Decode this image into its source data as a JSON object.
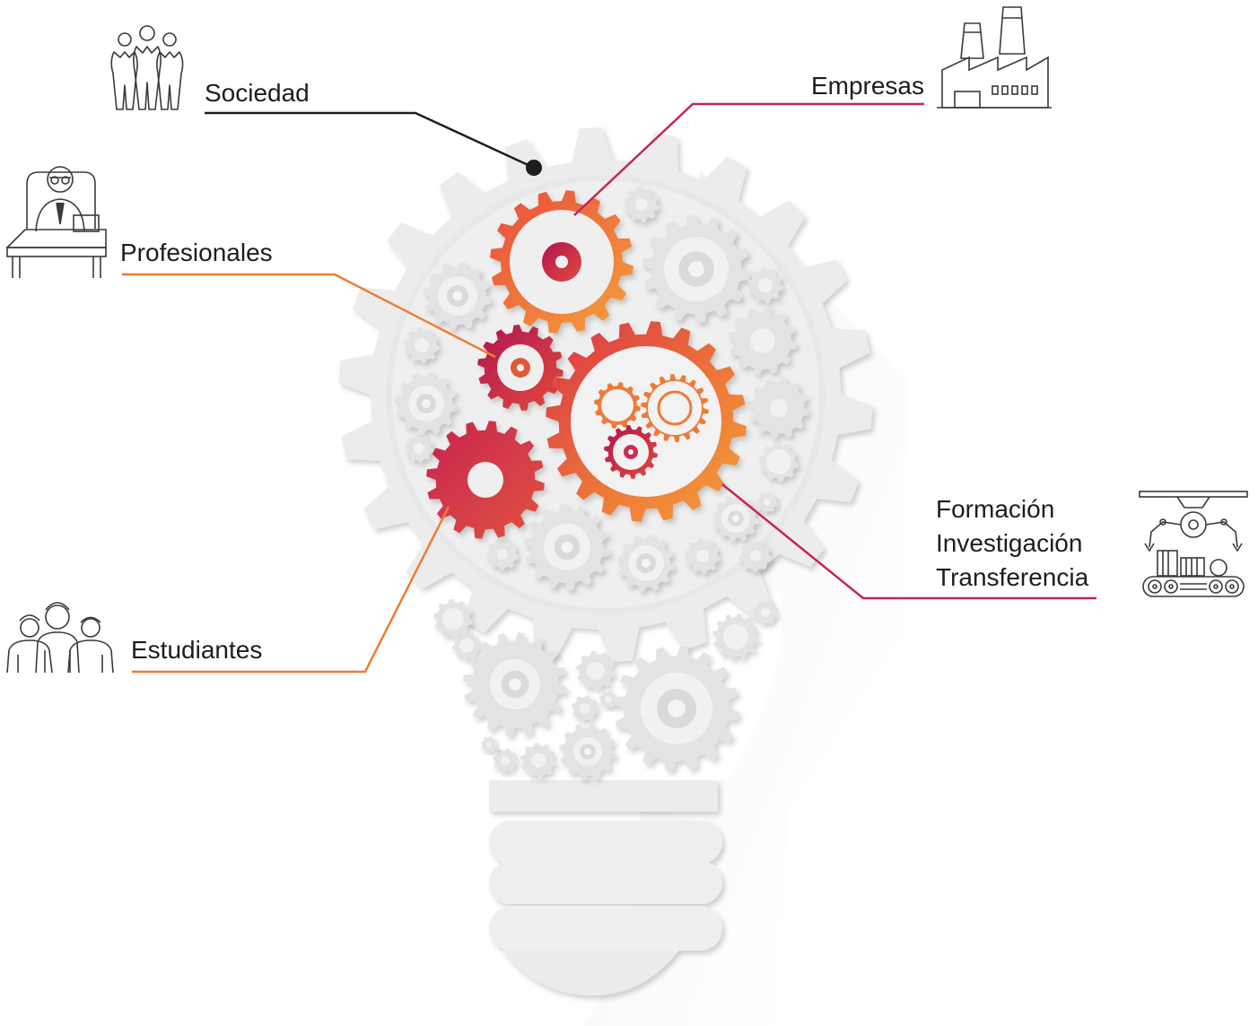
{
  "labels": {
    "sociedad": "Sociedad",
    "empresas": "Empresas",
    "profesionales": "Profesionales",
    "estudiantes": "Estudiantes",
    "formacion": [
      "Formación",
      "Investigación",
      "Transferencia"
    ]
  },
  "colors": {
    "sociedad_line": "#1d1d1b",
    "empresas_line": "#c2255c",
    "profesionales_line": "#ee7d32",
    "estudiantes_line": "#ee7d32",
    "formacion_line": "#c2255c",
    "gear_orange": "#f08a36",
    "gear_crimson": "#c92e58",
    "gear_red": "#d63b52",
    "bulb_grey": "#ececec"
  },
  "icons": {
    "sociedad": "people-group-icon",
    "empresas": "factory-icon",
    "profesionales": "office-worker-icon",
    "estudiantes": "students-group-icon",
    "formacion": "robotic-assembly-line-icon"
  }
}
